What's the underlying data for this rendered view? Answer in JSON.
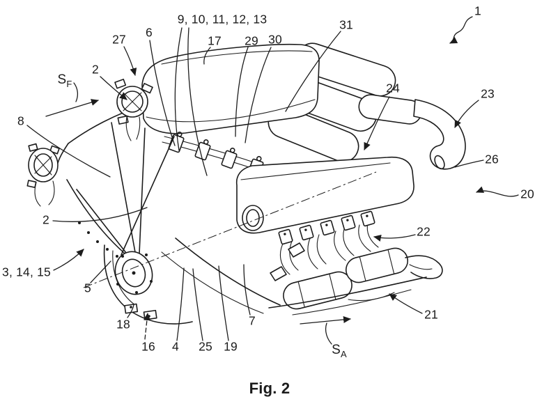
{
  "figure": {
    "caption": "Fig. 2",
    "illustration": "v-engine-perspective-line-drawing"
  },
  "colors": {
    "ink": "#1c1c1c",
    "background": "#ffffff"
  },
  "labels": {
    "ref_9_13": "9, 10, 11, 12, 13",
    "ref_27": "27",
    "ref_6": "6",
    "ref_17": "17",
    "ref_29": "29",
    "ref_30": "30",
    "ref_31": "31",
    "ref_1": "1",
    "ref_2_top": "2",
    "ref_8": "8",
    "ref_24": "24",
    "ref_23": "23",
    "ref_26": "26",
    "ref_20": "20",
    "ref_22": "22",
    "ref_2_mid": "2",
    "ref_3_14_15": "3, 14, 15",
    "ref_5": "5",
    "ref_18": "18",
    "ref_16": "16",
    "ref_4": "4",
    "ref_25": "25",
    "ref_19": "19",
    "ref_7": "7",
    "ref_21": "21"
  },
  "flow_arrows": {
    "fresh_gas": {
      "symbol": "S",
      "subscript": "F"
    },
    "exhaust_gas": {
      "symbol": "S",
      "subscript": "A"
    }
  }
}
